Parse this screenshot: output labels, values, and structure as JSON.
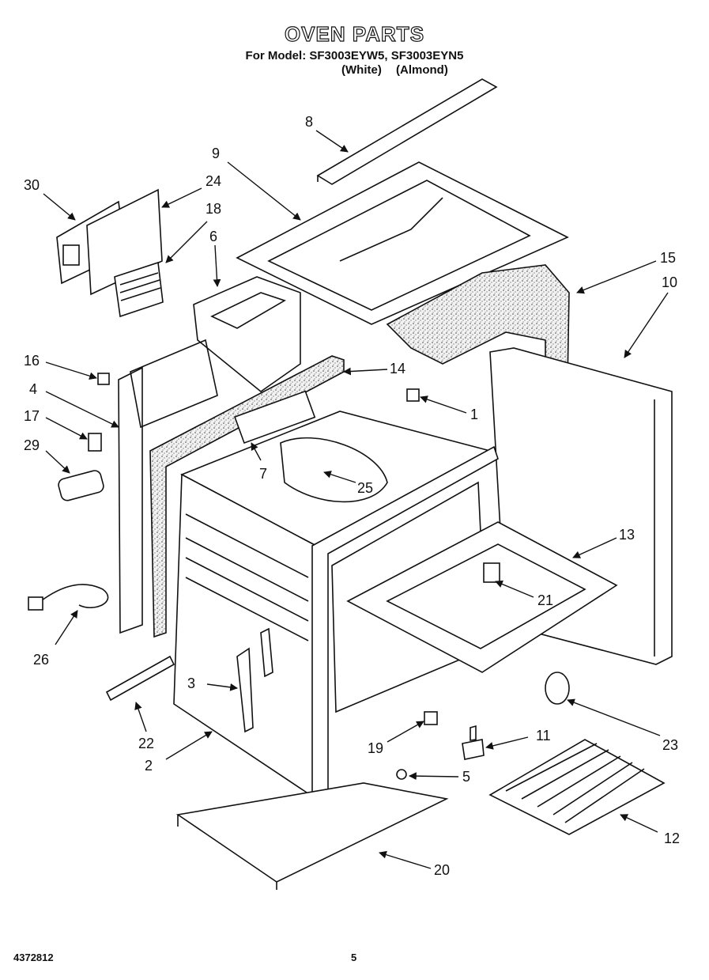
{
  "header": {
    "title": "OVEN PARTS",
    "subtitle": "For Model: SF3003EYW5, SF3003EYN5",
    "colors": [
      "(White)",
      "(Almond)"
    ]
  },
  "callouts": [
    "1",
    "2",
    "3",
    "4",
    "5",
    "6",
    "7",
    "8",
    "9",
    "10",
    "11",
    "12",
    "13",
    "14",
    "15",
    "16",
    "17",
    "18",
    "19",
    "20",
    "21",
    "22",
    "23",
    "24",
    "25",
    "26",
    "29",
    "30"
  ],
  "footer": {
    "doc_number": "4372812",
    "page": "5"
  }
}
